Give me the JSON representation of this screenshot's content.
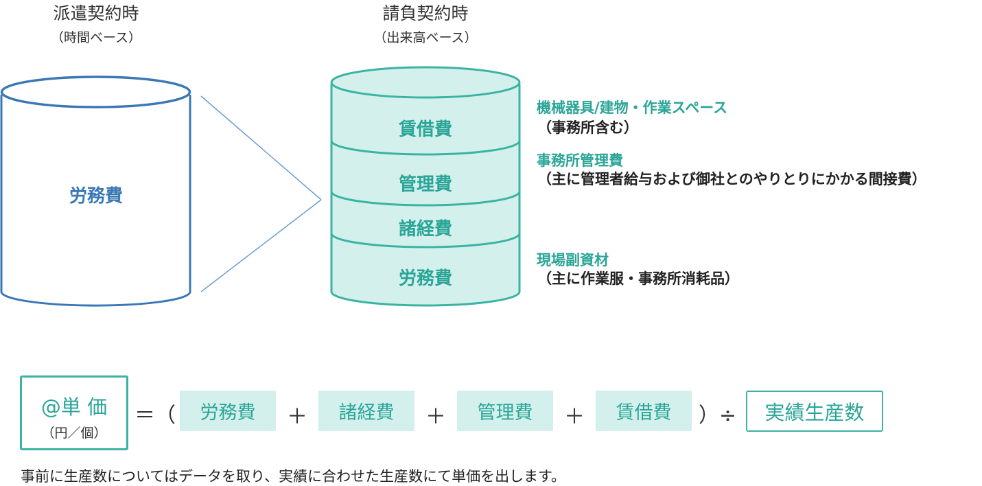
{
  "left": {
    "title": "派遣契約時",
    "subtitle": "（時間ベース）",
    "cylinder_label": "労務費"
  },
  "right": {
    "title": "請負契約時",
    "subtitle": "（出来高ベース）",
    "segments": [
      "賃借費",
      "管理費",
      "諸経費",
      "労務費"
    ]
  },
  "annotations": [
    {
      "head": "機械器具/建物・作業スペース",
      "sub": "（事務所含む）"
    },
    {
      "head": "事務所管理費",
      "sub": "（主に管理者給与および御社とのやりとりにかかる間接費）"
    },
    {
      "head": "現場副資材",
      "sub": "（主に作業服・事務所消耗品）"
    }
  ],
  "formula": {
    "unit_main": "@単 価",
    "unit_sub": "（円／個）",
    "eq_open": "＝（",
    "terms": [
      "労務費",
      "諸経費",
      "管理費",
      "賃借費"
    ],
    "plus": "＋",
    "close_div": "）÷",
    "result": "実績生産数"
  },
  "note": "事前に生産数についてはデータを取り、実績に合わせた生産数にて単価を出します。",
  "colors": {
    "teal": "#3bb3a2",
    "teal_fill": "#d3f0ed",
    "blue": "#3a78b5"
  }
}
